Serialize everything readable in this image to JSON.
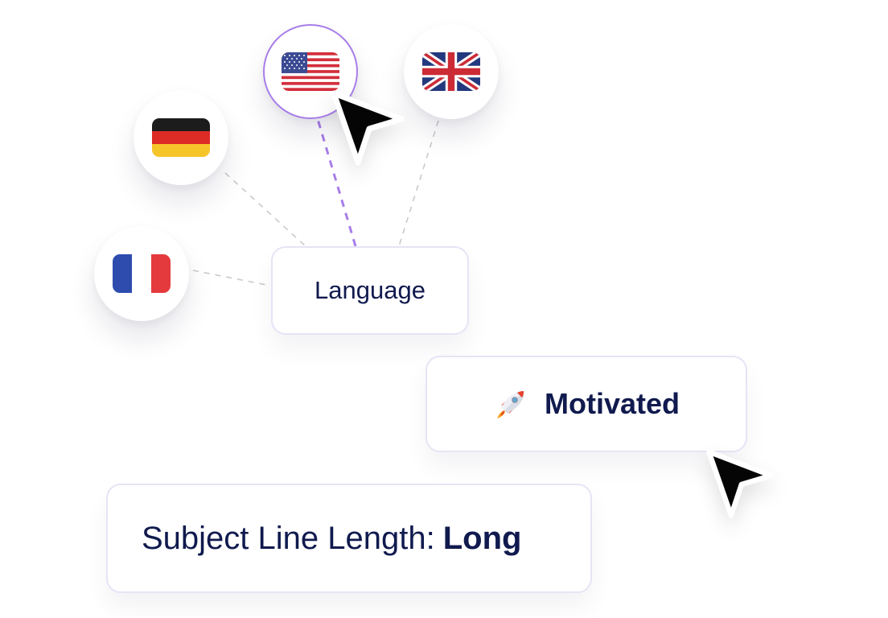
{
  "colors": {
    "accent": "#a87ee8",
    "text": "#101a4e",
    "card_border": "#e6e4f6",
    "connector": "#c9c9cf"
  },
  "language_selector": {
    "label": "Language",
    "options": [
      {
        "name": "flag-us",
        "icon": "us-flag-icon",
        "selected": true
      },
      {
        "name": "flag-uk",
        "icon": "uk-flag-icon",
        "selected": false
      },
      {
        "name": "flag-de",
        "icon": "germany-flag-icon",
        "selected": false
      },
      {
        "name": "flag-fr",
        "icon": "france-flag-icon",
        "selected": false
      }
    ]
  },
  "tone": {
    "icon": "rocket-icon",
    "label": "Motivated"
  },
  "subject_line": {
    "label": "Subject Line Length:",
    "value": "Long"
  },
  "cursors": [
    "pointer-cursor-icon",
    "pointer-cursor-icon"
  ]
}
